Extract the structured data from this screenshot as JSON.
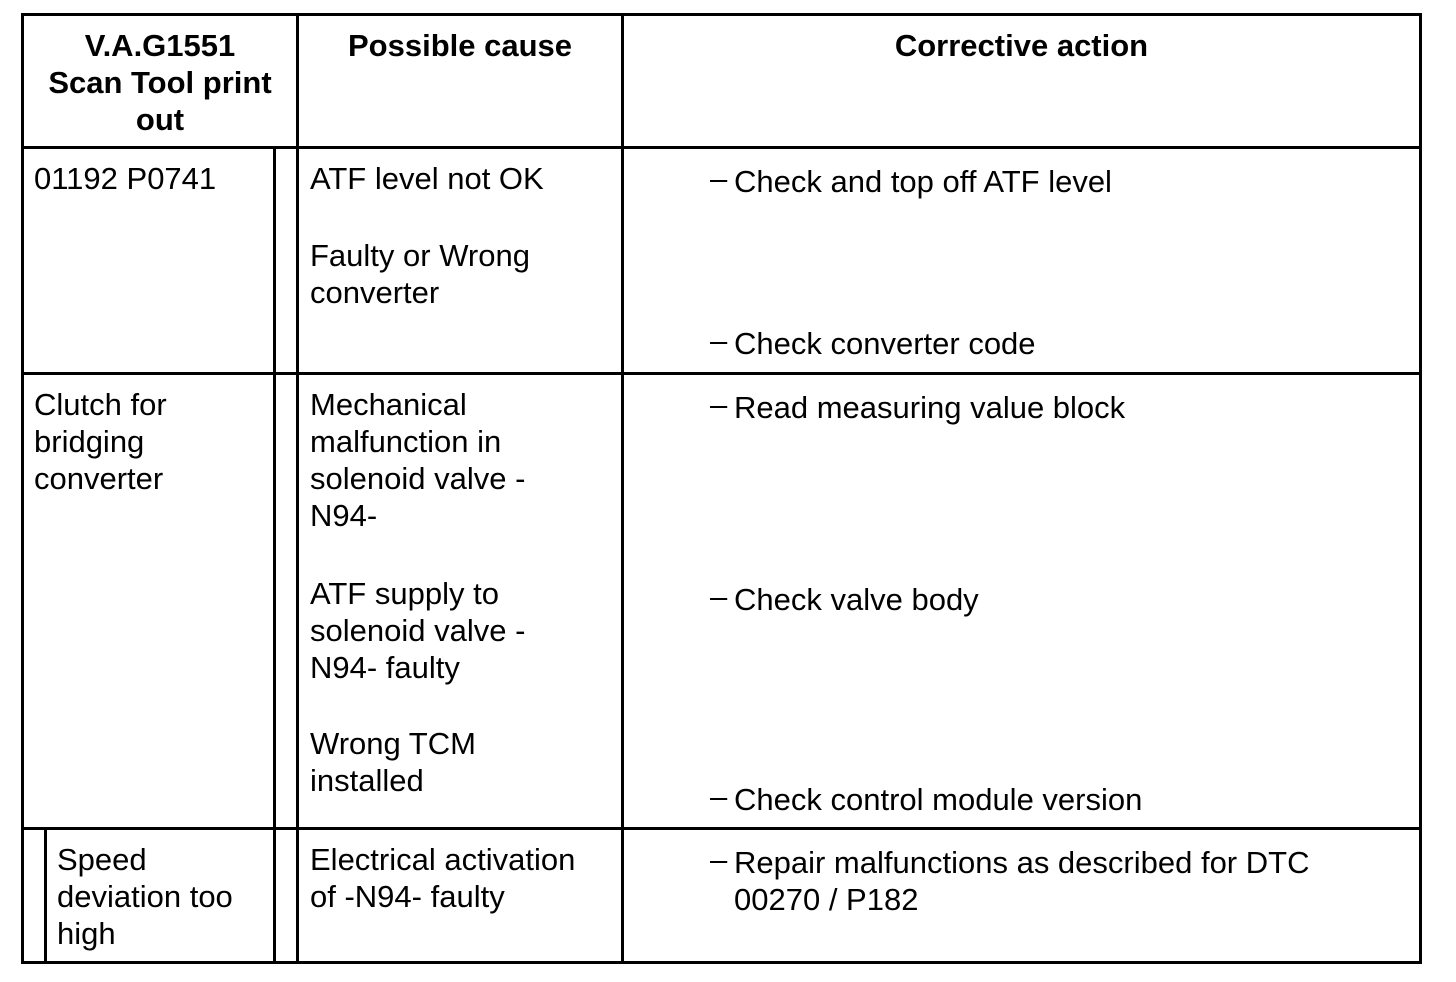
{
  "header": {
    "col1": "V.A.G1551\nScan Tool print\nout",
    "col2": "Possible cause",
    "col3": "Corrective action"
  },
  "rows": [
    {
      "code": "01192 P0741",
      "causes": [
        "ATF level not OK",
        "Faulty or Wrong\nconverter"
      ],
      "actions": [
        "Check and top off ATF level",
        "Check converter code"
      ]
    },
    {
      "code": "Clutch for\nbridging\nconverter",
      "causes": [
        "Mechanical\nmalfunction in\nsolenoid valve -\nN94-",
        "ATF supply to\nsolenoid valve -\nN94- faulty",
        "Wrong TCM\ninstalled"
      ],
      "actions": [
        "Read measuring value block",
        "Check valve body",
        "Check control module version"
      ]
    },
    {
      "code": "Speed\ndeviation too\nhigh",
      "causes": [
        "Electrical activation\nof -N94- faulty"
      ],
      "actions": [
        "Repair malfunctions as described for DTC\n00270 / P182"
      ]
    }
  ],
  "dash_glyph": "–"
}
